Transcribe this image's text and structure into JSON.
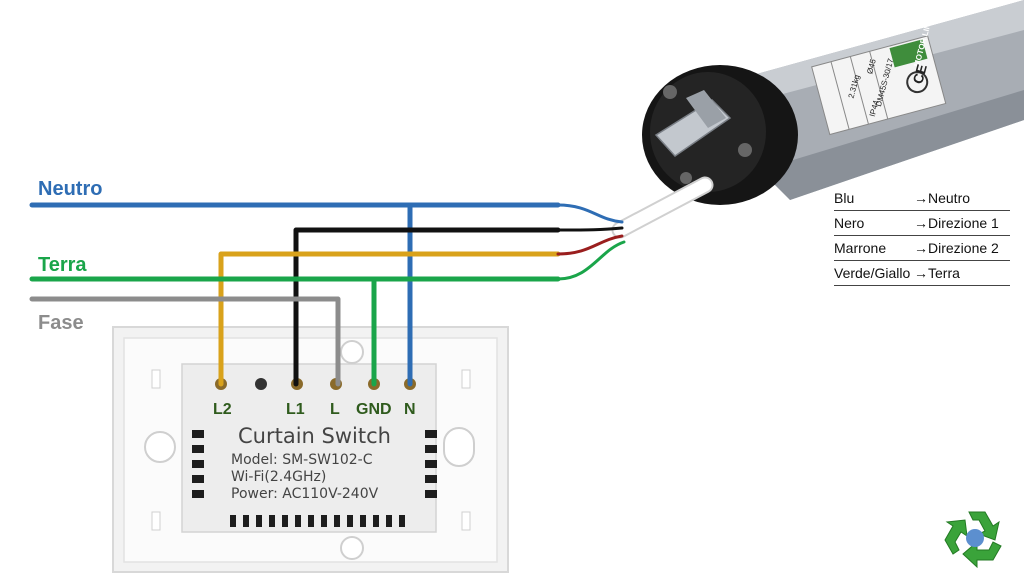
{
  "wire_labels": {
    "neutro": "Neutro",
    "terra": "Terra",
    "fase": "Fase"
  },
  "colors": {
    "neutro": "#2e6db4",
    "terra": "#1aa54a",
    "fase": "#8c8c8c",
    "black": "#111111",
    "yellow": "#d9a21b",
    "brown": "#9a1e1e"
  },
  "terminals": [
    "L2",
    "L1",
    "L",
    "GND",
    "N"
  ],
  "switch": {
    "title": "Curtain Switch",
    "model": "Model: SM-SW102-C",
    "wifi": "Wi-Fi(2.4GHz)",
    "power": "Power: AC110V-240V"
  },
  "motor": {
    "brand": "MOTOR LINE",
    "model": "DM45S-30/17",
    "ip": "IP44",
    "weight": "2.31kg",
    "diameter": "Ø45",
    "cert": "CE"
  },
  "legend": [
    {
      "color": "Blu",
      "meaning": "→Neutro"
    },
    {
      "color": "Nero",
      "meaning": "→Direzione 1"
    },
    {
      "color": "Marrone",
      "meaning": "→Direzione 2"
    },
    {
      "color": "Verde/Giallo",
      "meaning": "→Terra"
    }
  ],
  "recycle_icon": "recycle-icon"
}
